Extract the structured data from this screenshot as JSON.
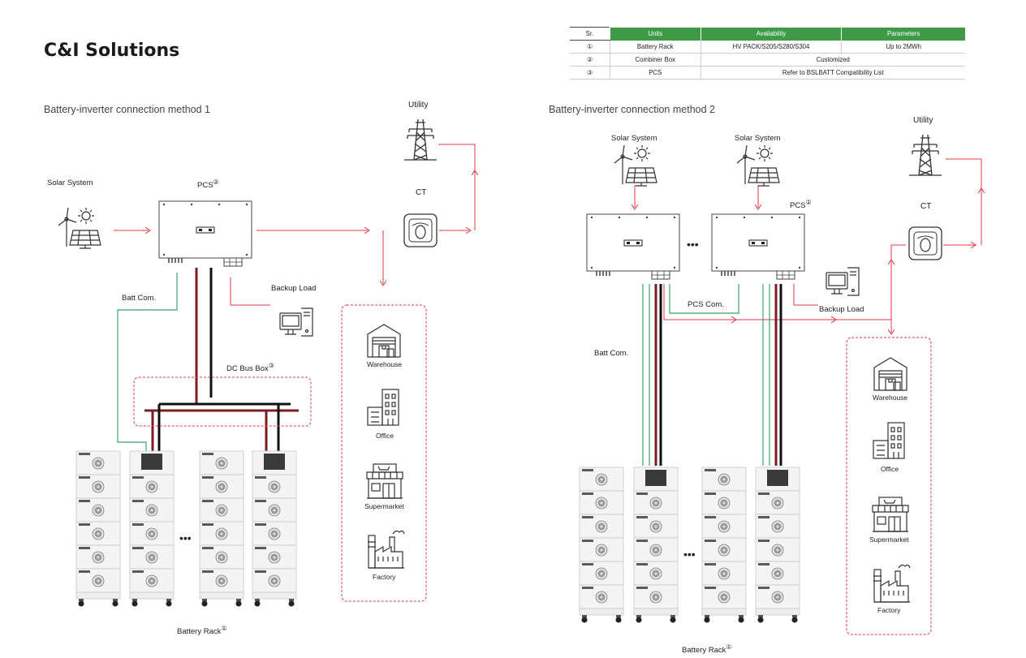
{
  "page": {
    "title": "C&I Solutions"
  },
  "table": {
    "headers": [
      "Sr.",
      "Units",
      "Availability",
      "Parameters"
    ],
    "rows": [
      {
        "sr": "①",
        "unit": "Battery Rack",
        "availability": "HV PACK/S205/S280/S304",
        "parameters": "Up to 2MWh"
      },
      {
        "sr": "②",
        "unit": "Combiner Box",
        "merged": "Customized"
      },
      {
        "sr": "③",
        "unit": "PCS",
        "merged": "Refer to BSLBATT Compatibility List"
      }
    ]
  },
  "method1": {
    "title": "Battery-inverter connection method 1",
    "utility": "Utility",
    "ct": "CT",
    "solar": "Solar System",
    "pcs": "PCS",
    "pcs_ref": "②",
    "backup": "Backup Load",
    "batt_com": "Batt Com.",
    "dcbus": "DC Bus Box",
    "dcbus_ref": "③",
    "battery": "Battery Rack",
    "battery_ref": "①",
    "loads": [
      "Warehouse",
      "Office",
      "Supermarket",
      "Factory"
    ]
  },
  "method2": {
    "title": "Battery-inverter connection method 2",
    "utility": "Utility",
    "ct": "CT",
    "solar1": "Solar System",
    "solar2": "Solar System",
    "pcs": "PCS",
    "pcs_ref": "②",
    "pcs_com": "PCS Com.",
    "backup": "Backup Load",
    "batt_com": "Batt Com.",
    "battery": "Battery Rack",
    "battery_ref": "①",
    "loads": [
      "Warehouse",
      "Office",
      "Supermarket",
      "Factory"
    ]
  },
  "colors": {
    "red": "#e03a44",
    "green": "#3da26a",
    "darkred": "#7a1e24",
    "black": "#111111",
    "accent": "#3f9a48"
  },
  "icons": [
    "transmission-tower-icon",
    "solar-wind-icon",
    "inverter-icon",
    "meter-icon",
    "computer-icon",
    "warehouse-icon",
    "office-icon",
    "supermarket-icon",
    "factory-icon",
    "battery-module-icon"
  ]
}
